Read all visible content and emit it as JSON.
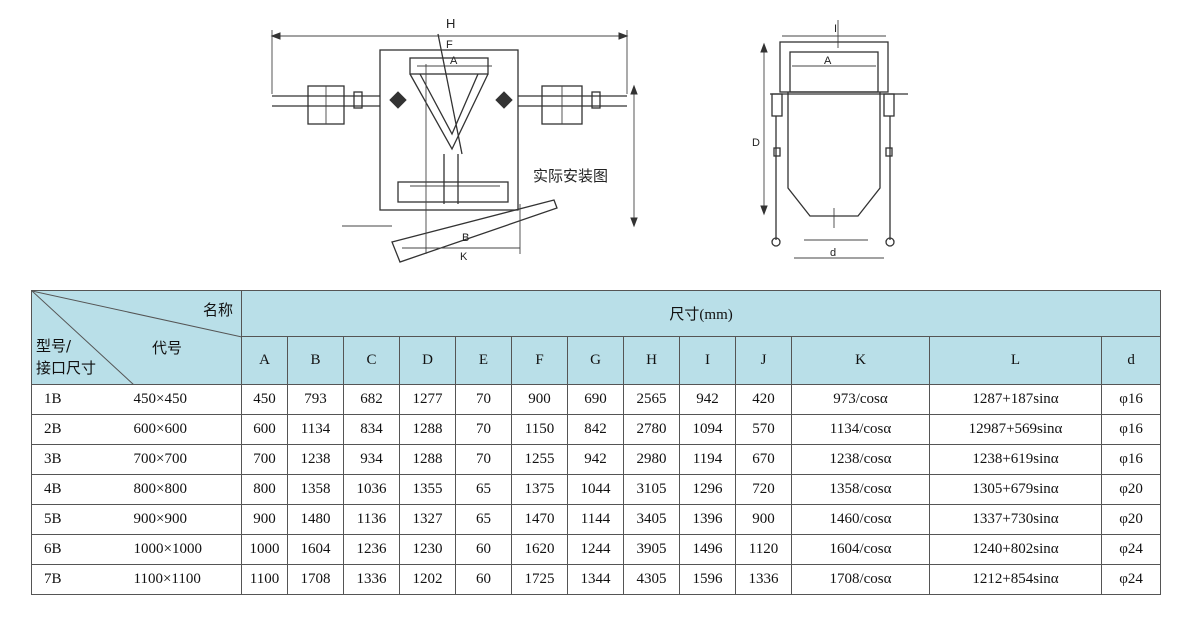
{
  "drawing": {
    "front_labels": [
      "H",
      "F",
      "A",
      "B",
      "K"
    ],
    "side_labels": [
      "I",
      "A",
      "D",
      "d"
    ],
    "install_caption": "实际安装图"
  },
  "table": {
    "corner": {
      "name": "名称",
      "code": "代号",
      "model": "型号/",
      "port": "接口尺寸"
    },
    "dimension_title": "尺寸(mm)",
    "columns": [
      "A",
      "B",
      "C",
      "D",
      "E",
      "F",
      "G",
      "H",
      "I",
      "J",
      "K",
      "L",
      "d"
    ],
    "rows": [
      {
        "model": "1B",
        "port": "450×450",
        "values": [
          "450",
          "793",
          "682",
          "1277",
          "70",
          "900",
          "690",
          "2565",
          "942",
          "420",
          "973/cosα",
          "1287+187sinα",
          "φ16"
        ]
      },
      {
        "model": "2B",
        "port": "600×600",
        "values": [
          "600",
          "1134",
          "834",
          "1288",
          "70",
          "1150",
          "842",
          "2780",
          "1094",
          "570",
          "1134/cosα",
          "12987+569sinα",
          "φ16"
        ]
      },
      {
        "model": "3B",
        "port": "700×700",
        "values": [
          "700",
          "1238",
          "934",
          "1288",
          "70",
          "1255",
          "942",
          "2980",
          "1194",
          "670",
          "1238/cosα",
          "1238+619sinα",
          "φ16"
        ]
      },
      {
        "model": "4B",
        "port": "800×800",
        "values": [
          "800",
          "1358",
          "1036",
          "1355",
          "65",
          "1375",
          "1044",
          "3105",
          "1296",
          "720",
          "1358/cosα",
          "1305+679sinα",
          "φ20"
        ]
      },
      {
        "model": "5B",
        "port": "900×900",
        "values": [
          "900",
          "1480",
          "1136",
          "1327",
          "65",
          "1470",
          "1144",
          "3405",
          "1396",
          "900",
          "1460/cosα",
          "1337+730sinα",
          "φ20"
        ]
      },
      {
        "model": "6B",
        "port": "1000×1000",
        "values": [
          "1000",
          "1604",
          "1236",
          "1230",
          "60",
          "1620",
          "1244",
          "3905",
          "1496",
          "1120",
          "1604/cosα",
          "1240+802sinα",
          "φ24"
        ]
      },
      {
        "model": "7B",
        "port": "1100×1100",
        "values": [
          "1100",
          "1708",
          "1336",
          "1202",
          "60",
          "1725",
          "1344",
          "4305",
          "1596",
          "1336",
          "1708/cosα",
          "1212+854sinα",
          "φ24"
        ]
      }
    ]
  }
}
